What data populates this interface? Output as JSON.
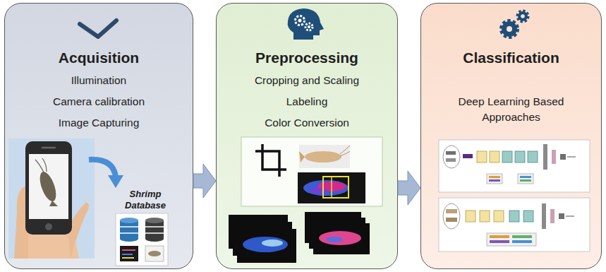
{
  "diagram": {
    "nodes": [
      {
        "text": [
          "Acquisition",
          "Illumination",
          "Camera calibration",
          "Image Capturing"
        ]
      },
      {
        "text": [
          "Preprocessing",
          "Cropping and Scaling",
          "Labeling",
          "Color Conversion"
        ]
      },
      {
        "text": [
          "Classification",
          "Deep Learning Based Approaches"
        ]
      }
    ],
    "edges": [
      {
        "from": 0,
        "to": 1,
        "arrow": "to"
      },
      {
        "from": 1,
        "to": 2,
        "arrow": "to"
      }
    ],
    "labels": [
      "Shrimp Database"
    ]
  }
}
